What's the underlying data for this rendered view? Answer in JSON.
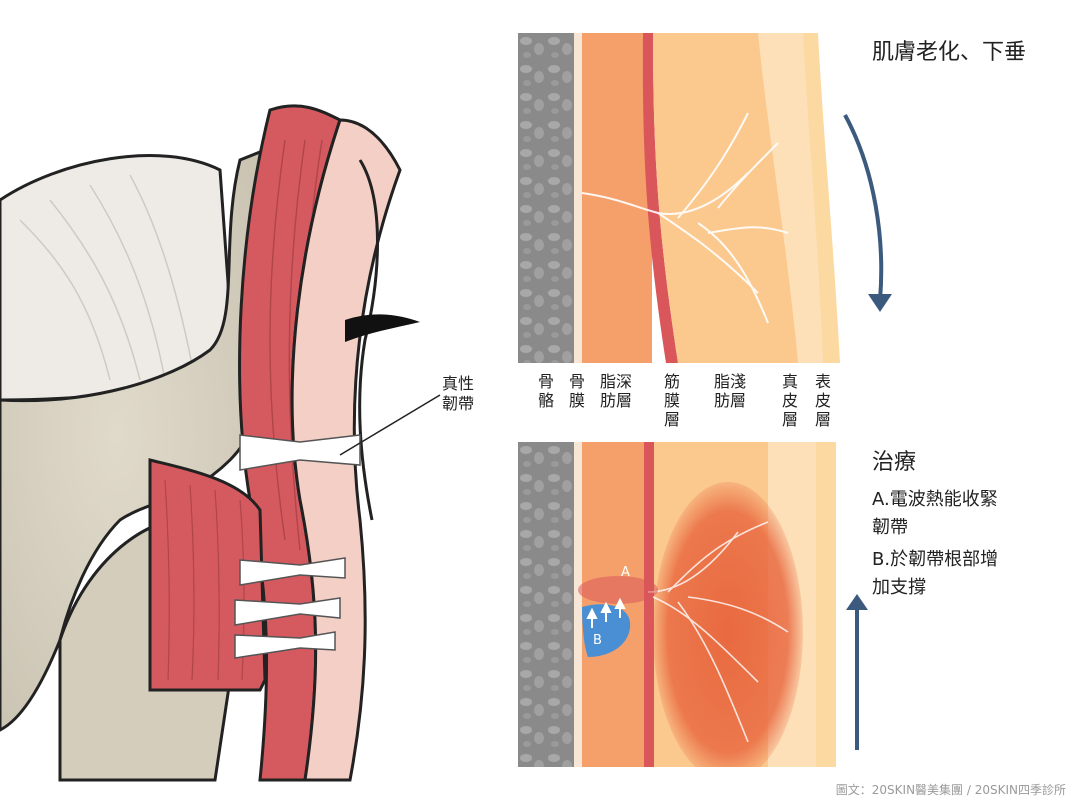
{
  "illustration": {
    "ligament_label": "真性\n韌帶"
  },
  "top_panel": {
    "title": "肌膚老化、下垂"
  },
  "layer_labels": [
    "骨骼",
    "骨膜",
    "脂深肪層",
    "筋膜層",
    "脂淺肪層",
    "真皮層",
    "表皮層"
  ],
  "bottom_panel": {
    "title": "治療",
    "items": [
      "A.電波熱能收緊\n韌帶",
      "B.於韌帶根部增\n加支撐"
    ],
    "marker_a": "A",
    "marker_b": "B"
  },
  "credit": "圖文：20SKIN醫美集團 / 20SKIN四季診所",
  "colors": {
    "bone_gray": "#8a8a8a",
    "deep_fat": "#f5a06a",
    "fascia_red": "#d9575a",
    "superficial_fat": "#fbc88e",
    "dermis": "#fde0b8",
    "muscle_red": "#d45a5f",
    "arrow_navy": "#3b5a7e",
    "treatment_blue": "#4a8fd4",
    "heat_orange": "#e8643c"
  }
}
